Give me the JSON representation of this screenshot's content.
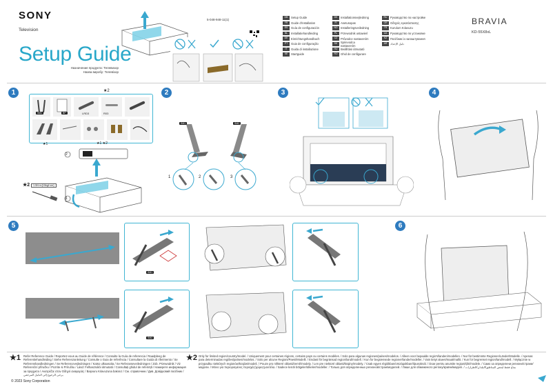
{
  "header": {
    "brand": "SONY",
    "subtitle": "Television",
    "title": "Setup Guide",
    "title_translations": [
      "Назначение продукта: Телевизор",
      "Назва виробу: Телевізор"
    ],
    "document_number": "5-048-948-11(1)",
    "product_line": "BRAVIA",
    "model": "KD-55X8xL"
  },
  "languages": {
    "col1": [
      {
        "code": "GB",
        "label": "Setup Guide"
      },
      {
        "code": "FR",
        "label": "Guide d'installation"
      },
      {
        "code": "ES",
        "label": "Guía de configuración"
      },
      {
        "code": "NL",
        "label": "Installatiehandleiding"
      },
      {
        "code": "DE",
        "label": "Einrichtungshandbuch"
      },
      {
        "code": "PT",
        "label": "Guia de configuração"
      },
      {
        "code": "IT",
        "label": "Guida di installazione"
      },
      {
        "code": "SE",
        "label": "Startguide"
      }
    ],
    "col2": [
      {
        "code": "DK",
        "label": "Installationsvejledning"
      },
      {
        "code": "FI",
        "label": "Asetusopas"
      },
      {
        "code": "NO",
        "label": "Installeringsveiledning"
      },
      {
        "code": "PL",
        "label": "Przewodnik ustawień"
      },
      {
        "code": "CZ",
        "label": "Průvodce nastavením"
      },
      {
        "code": "SK",
        "label": "Sprievodca nastavením"
      },
      {
        "code": "HU",
        "label": "Beállítási útmutató"
      },
      {
        "code": "RO",
        "label": "Ghid de configurare"
      }
    ],
    "col3": [
      {
        "code": "RU",
        "label": "Руководство по настройке"
      },
      {
        "code": "GR",
        "label": "Οδηγός εγκατάστασης"
      },
      {
        "code": "TR",
        "label": "Kurulum Kılavuzu"
      },
      {
        "code": "UA",
        "label": "Руководство по установке"
      },
      {
        "code": "KZ",
        "label": "Посібник із налаштування"
      },
      {
        "code": "AR",
        "label": "دليل الإعداد"
      }
    ]
  },
  "steps": {
    "s1": "1",
    "s2": "2",
    "s3": "3",
    "s4": "4",
    "s5": "5",
    "s6": "6",
    "s1_star2": "★2",
    "s1_stars_bottom": "★1  ★2",
    "s1_star1": "★1",
    "s1_part_a": "SM1",
    "s1_part_b": "BP",
    "s1_part_c": "LRD3",
    "s1_part_d": "R03",
    "s1_screw_star": "★2",
    "s1_screw_label": "1.5N·m{15kgf·cm}",
    "s2_sub": [
      "1",
      "2",
      "3"
    ],
    "s2_badge_l": "SM1",
    "s2_badge_r": "SM2",
    "s5_badge_a": "SM1",
    "s5_badge_b": "SM2",
    "circle_1": "1",
    "circle_2": "2"
  },
  "footer": {
    "star1": "★1",
    "star1_text": "Refer Reference Guide / Reportez-vous au Guide de référence / Consulte la Guía de referencia / Raadpleeg de Referentiehandleiding / Siehe Referenzanleitung / Consulte o Guia de referência / Consultare la Guida di riferimento / Se Referenshandledningen / Se Referencevejledningen / Katso ulkoasoita / Se Referanseveiledningen / Zob. Przewodnik / Viz Referenční příručku / Pozrite si Príručku / Lásd: Felhasználói útmutató / Consultați ghidul de referință / Намерете информация за продукта / Ανατρέξτε στον Οδηγό αναφοράς / Başvuru Kılavuzuna bakınız / См. справочник / Див. Довідковий посібник / يرجى الرجوع إلى الدليل المرجعي",
    "star2": "★2",
    "star2_text": "Only for limited region/country/model. / Uniquement pour certaines régions, certains pays ou certains modèles. / Solo para algunas regiones/países/modelos. / Alleen voor bepaalde regio's/landen/modellen. / Nur für bestimmte Regionen/Länder/Modelle. / Apenas para determinadas regiões/países/modelos. / Solo per alcune Regioni/Paesi/Modelli. / Endast för begränsad region/land/modell. / Kun for begrænsede regioner/lande/modeller. / Vain tietyt alueet/maat/mallit. / Kun for begrenset region/land/modell. / Wyłącznie w przypadku niektórych regionów/krajów/modeli. / Pouze pro některé oblasti/země/modely. / Len pre niektoré oblasti/krajiny/modely. / Csak egyes régiókban/országokban/típusoknál. / Doar pentru anumite regiuni/țări/modele. / Само за определени региони/страни/модели. / Μόνο για περιορισμένες περιοχές/χώρες/μοντέλα. / Sadece kısıtlı bölgeler/ülkeler/modeller. / Только для определенных регионов/стран/моделей. / Лише для обмеженого регіону/країни/моделі. / متاح فقط لبعض المناطق/البلدان/الطرازات",
    "copyright": "© 2023 Sony Corporation"
  }
}
